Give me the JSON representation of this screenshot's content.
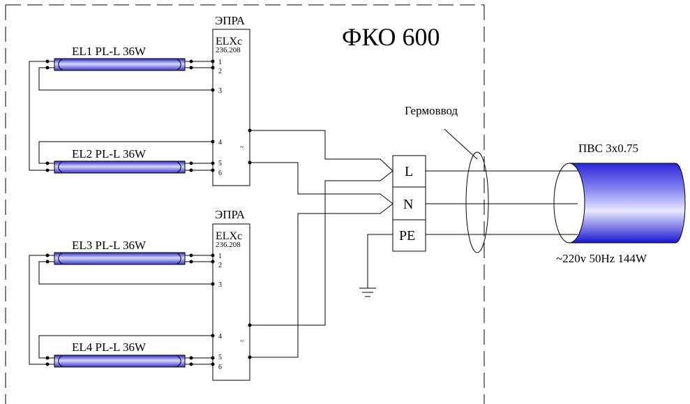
{
  "title": "ФКО 600",
  "ballast_heading": "ЭПРА",
  "ballasts": [
    {
      "heading": "ЭПРА",
      "type": "ELXc",
      "code": "236.208",
      "pins": [
        "1",
        "2",
        "3",
        "4",
        "5",
        "6"
      ],
      "symbol": "~"
    },
    {
      "heading": "ЭПРА",
      "type": "ELXc",
      "code": "236.208",
      "pins": [
        "1",
        "2",
        "3",
        "4",
        "5",
        "6"
      ],
      "symbol": "~"
    }
  ],
  "lamps": [
    "EL1 PL-L 36W",
    "EL2 PL-L 36W",
    "EL3 PL-L 36W",
    "EL4 PL-L 36W"
  ],
  "terminals": [
    "L",
    "N",
    "PE"
  ],
  "gland_label": "Гермоввод",
  "cable_label": "ПВС 3х0.75",
  "supply_label": "~220v 50Hz  144W",
  "colors": {
    "lamp_light": "#cfd2ff",
    "lamp_dark": "#3a36c8",
    "cable_light": "#e8e6ff",
    "cable_dark": "#1c1ad8"
  }
}
